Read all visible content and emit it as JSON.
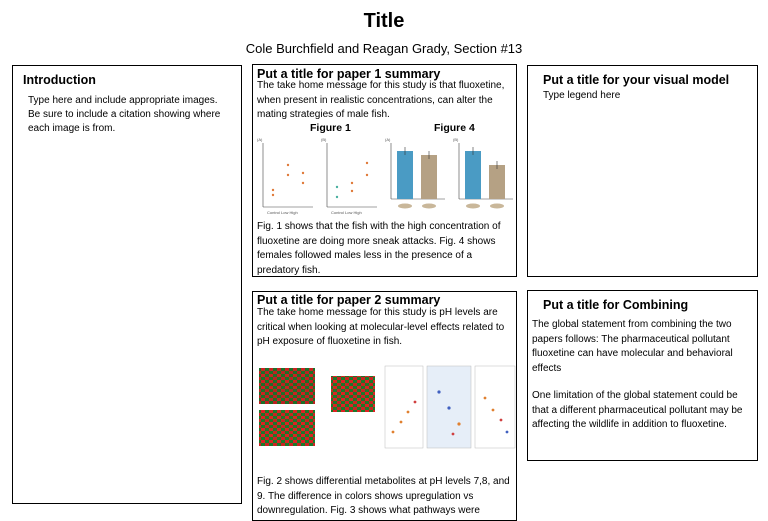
{
  "header": {
    "title": "Title",
    "authors": "Cole Burchfield and Reagan Grady, Section #13"
  },
  "intro": {
    "heading": "Introduction",
    "body": "Type here and include appropriate images. Be sure to include a citation showing where each image is from."
  },
  "paper1": {
    "heading": "Put a title for paper 1 summary",
    "body": "The take home message for this study is that fluoxetine, when present in realistic concentrations, can alter the mating strategies of male fish.",
    "figure1_label": "Figure 1",
    "figure4_label": "Figure 4",
    "caption": "Fig. 1 shows that the fish with the high concentration of fluoxetine are doing more sneak attacks. Fig. 4 shows females followed males less in the presence of a predatory fish."
  },
  "visual": {
    "heading": "Put a title for your visual model",
    "legend": "Type legend here"
  },
  "paper2": {
    "heading": "Put a title for paper 2 summary",
    "body": "The take home message for this study is pH levels are critical when looking at molecular-level effects related to pH exposure of fluoxetine in fish.",
    "caption": "Fig. 2 shows differential metabolites at pH levels 7,8, and 9. The difference in colors shows upregulation vs downregulation. Fig. 3 shows what pathways were"
  },
  "combining": {
    "heading": "Put a title for Combining",
    "para1": "The global statement from combining the two papers follows: The pharmaceutical pollutant fluoxetine can  have molecular and behavioral effects",
    "para2": "One limitation of the global statement could be that a different pharmaceutical pollutant may be affecting the wildlife in addition to fluoxetine."
  },
  "colors": {
    "bar_blue": "#4a9bc4",
    "bar_tan": "#b5a184",
    "border": "#000000"
  }
}
